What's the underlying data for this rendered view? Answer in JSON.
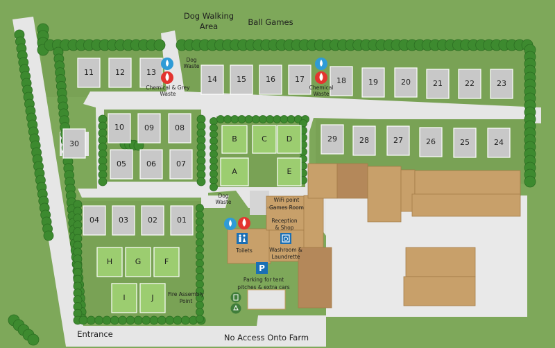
{
  "labels": {
    "dog_walking": "Dog Walking",
    "area": "Area",
    "ball_games": "Ball Games",
    "dog_waste_top_1": "Dog",
    "dog_waste_top_2": "Waste",
    "dog_waste_mid_1": "Dog",
    "dog_waste_mid_2": "Waste",
    "chem_left_1": "Chemical & Grey",
    "chem_left_2": "Waste",
    "chem_right_1": "Chemical",
    "chem_right_2": "Waste",
    "wifi_1": "WiFi point",
    "wifi_2": "Games Room",
    "reception_1": "Reception",
    "reception_2": "& Shop",
    "toilets": "Toilets",
    "washroom_1": "Washroom &",
    "washroom_2": "Laundrette",
    "parking_1": "Parking for tent",
    "parking_2": "pitches & extra cars",
    "fire_1": "Fire Assembly",
    "fire_2": "Point",
    "entrance": "Entrance",
    "no_access": "No Access Onto Farm",
    "parking_glyph": "P"
  },
  "pitches": {
    "p11": "11",
    "p12": "12",
    "p13": "13",
    "p14": "14",
    "p15": "15",
    "p16": "16",
    "p17": "17",
    "p18": "18",
    "p19": "19",
    "p20": "20",
    "p21": "21",
    "p22": "22",
    "p23": "23",
    "p10": "10",
    "p09": "09",
    "p08": "08",
    "p05": "05",
    "p06": "06",
    "p07": "07",
    "p30": "30",
    "p29": "29",
    "p28": "28",
    "p27": "27",
    "p26": "26",
    "p25": "25",
    "p24": "24",
    "p04": "04",
    "p03": "03",
    "p02": "02",
    "p01": "01"
  },
  "tents": {
    "tB": "B",
    "tC": "C",
    "tD": "D",
    "tA": "A",
    "tE": "E",
    "tH": "H",
    "tG": "G",
    "tF": "F",
    "tI": "I",
    "tJ": "J"
  },
  "colors": {
    "water": "#2f9bd6",
    "chemical": "#e3342f",
    "facility": "#1a6fb5",
    "recycle": "#3f7d3a"
  }
}
